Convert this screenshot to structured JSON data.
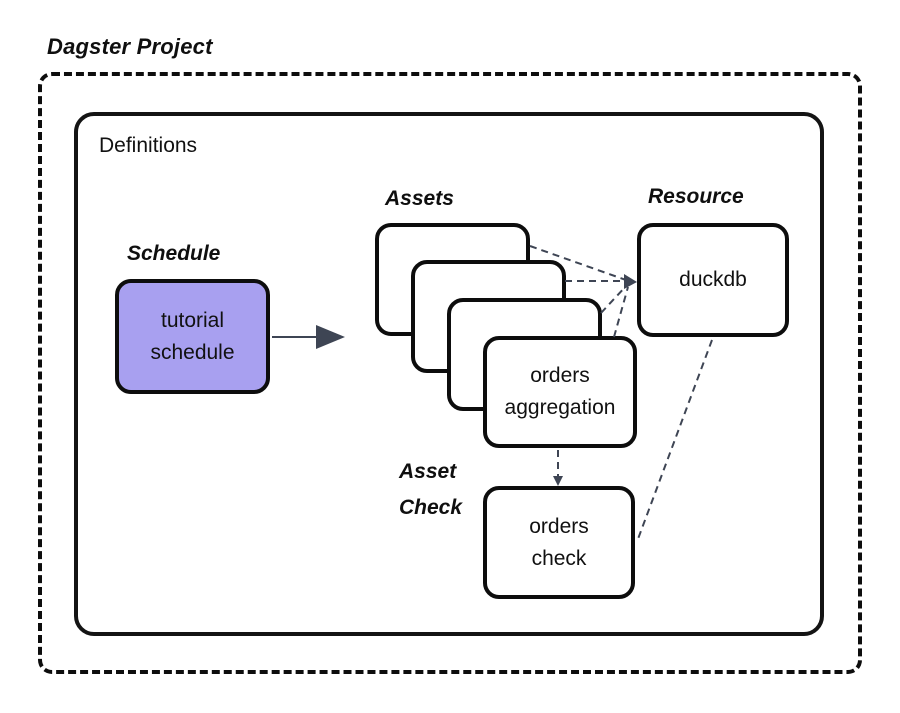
{
  "diagram": {
    "title": "Dagster Project",
    "definitions": {
      "label": "Definitions"
    },
    "schedule": {
      "section_label": "Schedule",
      "node_label": "tutorial\nschedule"
    },
    "assets": {
      "section_label": "Assets",
      "stack_count": 4,
      "front_card_label": "orders\naggregation"
    },
    "resource": {
      "section_label": "Resource",
      "node_label": "duckdb"
    },
    "asset_check": {
      "section_label": "Asset\nCheck",
      "node_label": "orders\ncheck"
    },
    "colors": {
      "schedule_node_fill": "#a8a0f0",
      "node_border": "#0d0d0d",
      "connector": "#3e4554",
      "canvas_background": "#ffffff"
    }
  }
}
